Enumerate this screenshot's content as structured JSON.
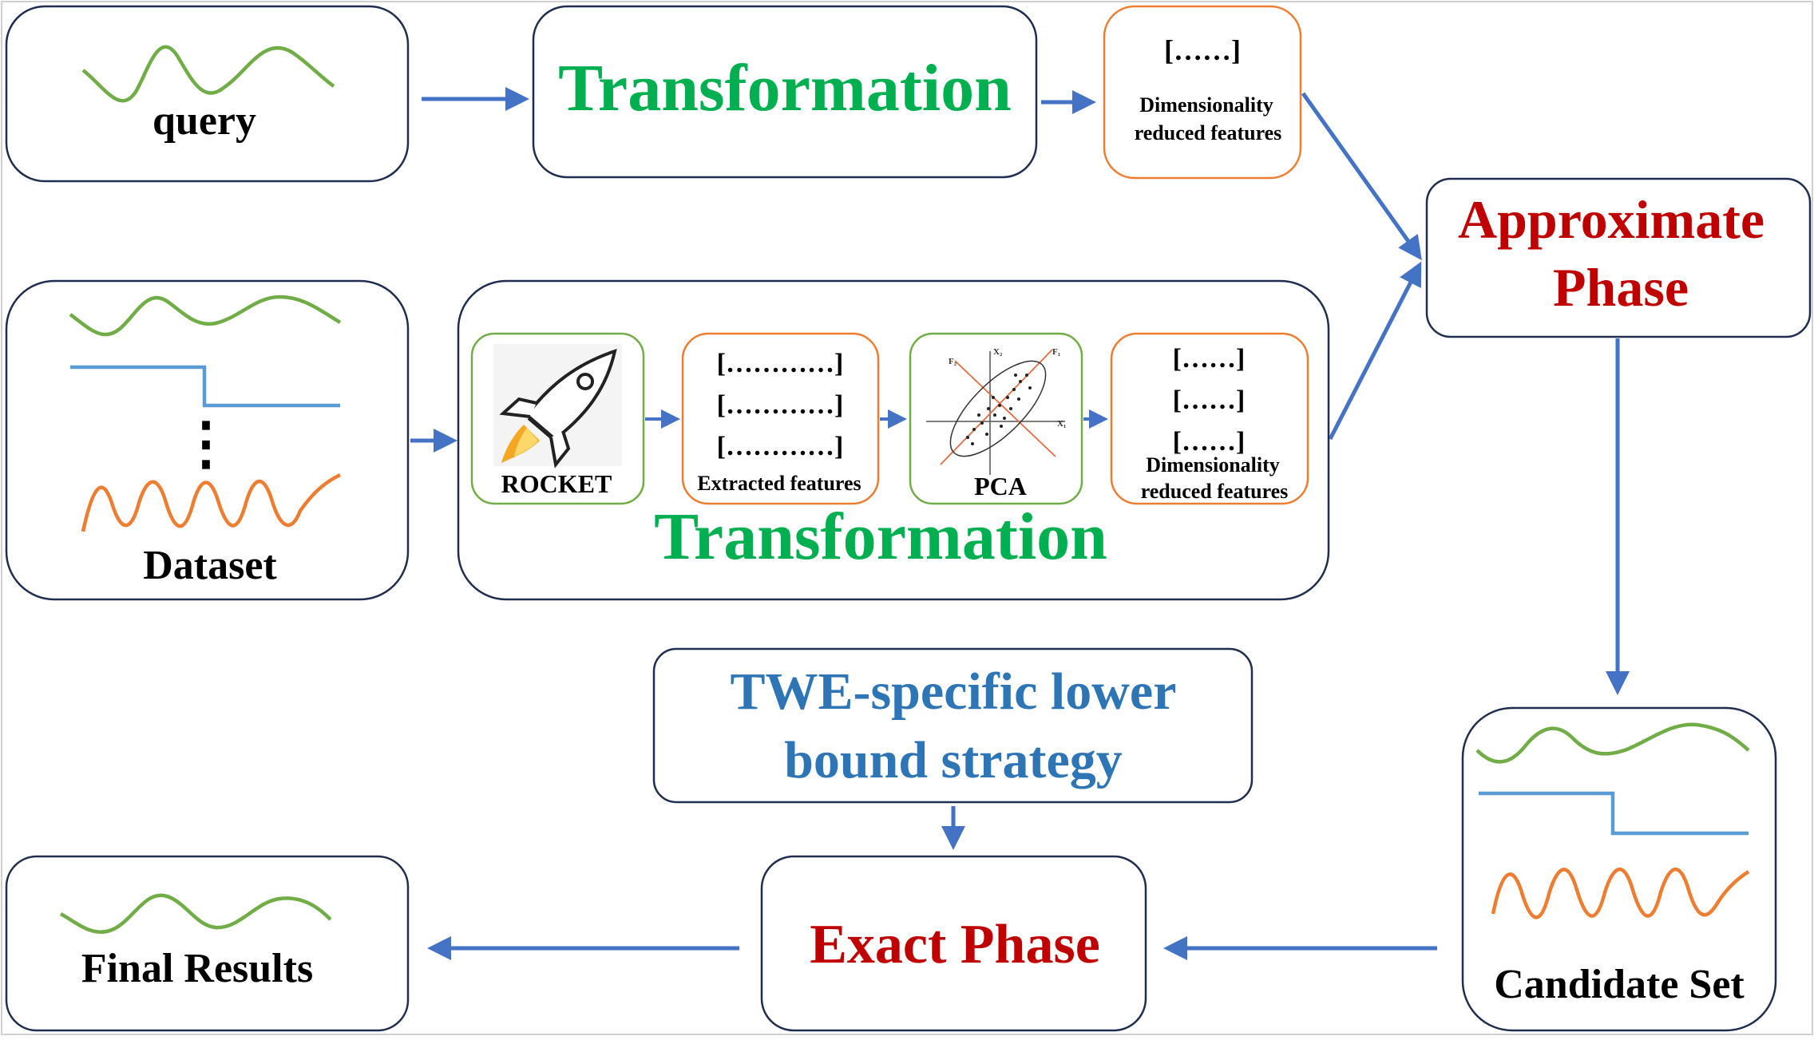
{
  "colors": {
    "box_border": "#1f2d4e",
    "orange_border": "#ed7d31",
    "green_border": "#70ad47",
    "arrow": "#4472c4",
    "green_text": "#00b050",
    "red_text": "#c00000",
    "blue_text": "#2e75b6",
    "black_text": "#000000",
    "wave_green": "#70ad47",
    "wave_blue": "#5b9bd5",
    "wave_orange": "#ed7d31",
    "pca_line": "#e46c43"
  },
  "query": {
    "label": "query",
    "transformation_label": "Transformation",
    "feature_vector": "[……]",
    "feature_caption_line1": "Dimensionality",
    "feature_caption_line2": "reduced features"
  },
  "dataset": {
    "label": "Dataset",
    "ellipsis": "⋮"
  },
  "transformation": {
    "label": "Transformation",
    "rocket_label": "ROCKET",
    "rocket_icon": "rocket-icon",
    "extracted_vector": "[…………]",
    "extracted_label": "Extracted features",
    "pca_label": "PCA",
    "pca_icon": "pca-scatter-icon",
    "pca_axis_x": "X₁",
    "pca_axis_y": "X₂",
    "pca_f1": "F₁",
    "pca_f2": "F₂",
    "reduced_vector": "[……]",
    "reduced_caption_line1": "Dimensionality",
    "reduced_caption_line2": "reduced features"
  },
  "approximate_phase": {
    "line1": "Approximate",
    "line2": "Phase"
  },
  "candidate_set": {
    "label": "Candidate Set"
  },
  "lower_bound": {
    "line1": "TWE-specific lower",
    "line2": "bound strategy"
  },
  "exact_phase": {
    "label": "Exact Phase"
  },
  "final_results": {
    "label": "Final Results"
  }
}
